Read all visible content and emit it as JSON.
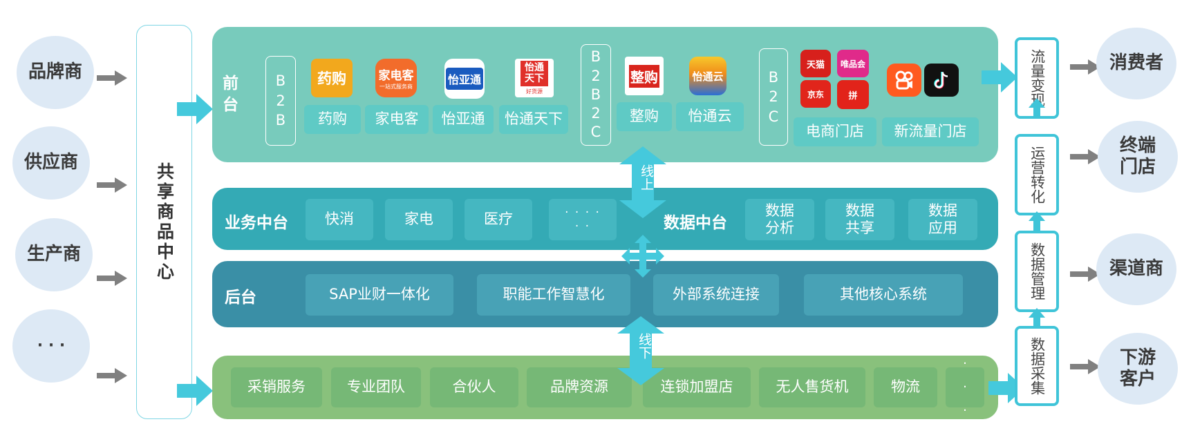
{
  "left_sources": [
    {
      "label": "品牌商"
    },
    {
      "label": "供应商"
    },
    {
      "label": "生产商"
    },
    {
      "label": "· · ·"
    }
  ],
  "shared_center": "共享商品中心",
  "front": {
    "label": "前台",
    "b2b": {
      "tag": [
        "B",
        "2",
        "B"
      ],
      "items": [
        {
          "logo": "药购",
          "label": "药购"
        },
        {
          "logo": "家电客",
          "logo_sub": "一站式服务商",
          "label": "家电客"
        },
        {
          "logo": "怡亚通",
          "label": "怡亚通"
        },
        {
          "logo": "怡通天下",
          "logo_sub": "好货源",
          "label": "怡通天下"
        }
      ]
    },
    "b2b2c": {
      "tag": [
        "B",
        "2",
        "B",
        "2",
        "C"
      ],
      "items": [
        {
          "logo": "整购",
          "label": "整购"
        },
        {
          "logo": "怡通云",
          "label": "怡通云"
        }
      ]
    },
    "b2c": {
      "tag": [
        "B",
        "2",
        "C"
      ],
      "ecommerce_logos": [
        "天猫",
        "唯品会",
        "京东",
        "拼"
      ],
      "ecommerce_label": "电商门店",
      "new_traffic_label": "新流量门店"
    }
  },
  "online_label": "线上",
  "offline_label": "线下",
  "middle": {
    "business_label": "业务中台",
    "business_items": [
      "快消",
      "家电",
      "医疗",
      "· · · ·\n· ·"
    ],
    "data_label": "数据中台",
    "data_items": [
      "数据\n分析",
      "数据\n共享",
      "数据\n应用"
    ]
  },
  "back": {
    "label": "后台",
    "items": [
      "SAP业财一体化",
      "职能工作智慧化",
      "外部系统连接",
      "其他核心系统"
    ]
  },
  "bottom": {
    "items": [
      "采销服务",
      "专业团队",
      "合伙人",
      "品牌资源",
      "连锁加盟店",
      "无人售货机",
      "物流"
    ],
    "more": [
      "·",
      "·",
      "·"
    ]
  },
  "pipeline": [
    "流量变现",
    "运营转化",
    "数据管理",
    "数据采集"
  ],
  "right_targets": [
    {
      "label": "消费者"
    },
    {
      "label": "终端\n门店"
    },
    {
      "label": "渠道商"
    },
    {
      "label": "下游\n客户"
    }
  ],
  "colors": {
    "front": "#78cbbc",
    "middle": "#34aab5",
    "back": "#3a8fa6",
    "bottom": "#89c17c",
    "cyan_arrow": "#45c9dc",
    "gray_arrow": "#808080",
    "circle": "#dde9f5"
  }
}
